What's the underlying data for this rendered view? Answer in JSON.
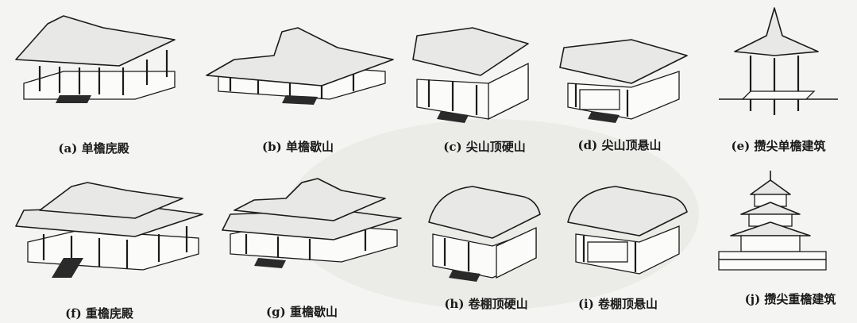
{
  "figures": [
    {
      "id": "a",
      "caption": "(a) 单檐庑殿",
      "type": "hip"
    },
    {
      "id": "b",
      "caption": "(b) 单檐歇山",
      "type": "hip-gable"
    },
    {
      "id": "c",
      "caption": "(c) 尖山顶硬山",
      "type": "flush-gable"
    },
    {
      "id": "d",
      "caption": "(d) 尖山顶悬山",
      "type": "overhang-gable"
    },
    {
      "id": "e",
      "caption": "(e) 攒尖单檐建筑",
      "type": "pyramidal"
    },
    {
      "id": "f",
      "caption": "(f) 重檐庑殿",
      "type": "hip-double"
    },
    {
      "id": "g",
      "caption": "(g) 重檐歇山",
      "type": "hip-gable-double"
    },
    {
      "id": "h",
      "caption": "(h) 卷棚顶硬山",
      "type": "round-flush"
    },
    {
      "id": "i",
      "caption": "(i) 卷棚顶悬山",
      "type": "round-overhang"
    },
    {
      "id": "j",
      "caption": "(j) 攒尖重檐建筑",
      "type": "pyramidal-multi"
    }
  ]
}
